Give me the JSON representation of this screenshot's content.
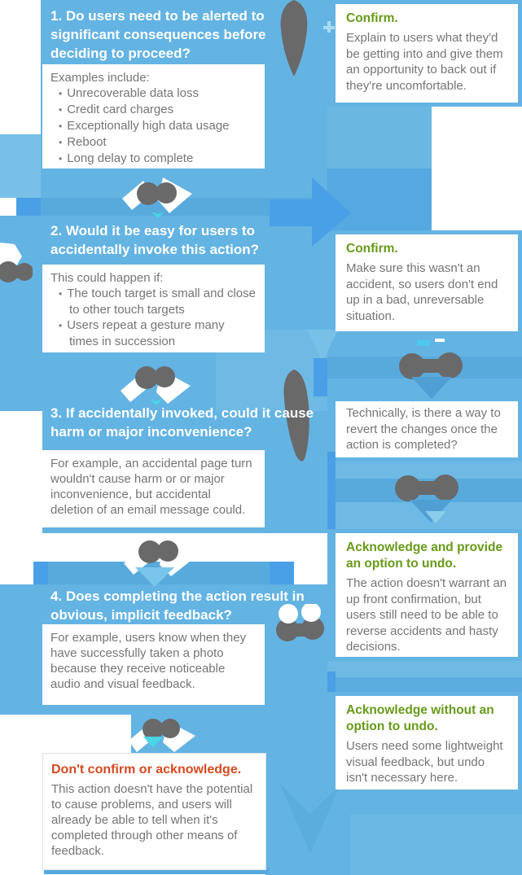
{
  "questions": [
    {
      "title": "1. Do users need to be alerted to significant consequences before deciding to proceed?",
      "intro": "Examples include:",
      "bullets": [
        "Unrecoverable data loss",
        "Credit card charges",
        "Exceptionally high data usage",
        "Reboot",
        "Long delay to complete"
      ]
    },
    {
      "title": "2. Would it be easy for users to accidentally invoke this action?",
      "intro": "This could happen if:",
      "bullets": [
        "The touch target is small and close to other touch targets",
        "Users repeat a gesture many times in succession"
      ]
    },
    {
      "title": "3. If accidentally invoked, could it cause harm or major inconvenience?",
      "body": "For example, an accidental page turn wouldn't cause harm or or major inconvenience, but accidental deletion of an email message could."
    },
    {
      "title": "4. Does completing the action result in obvious, implicit feedback?",
      "body": "For example, users know when they have successfully taken a photo because they receive noticeable audio and visual feedback."
    }
  ],
  "outcomes": [
    {
      "title": "Confirm.",
      "body": "Explain to users what they'd be getting into and give them an opportunity to back out if they're uncomfortable."
    },
    {
      "title": "Confirm.",
      "body": "Make sure this wasn't an accident, so users don't end up in a bad, unreversable situation."
    },
    {
      "body": "Technically, is there a way to revert the changes once the action is completed?"
    },
    {
      "title": "Acknowledge and provide an option to undo.",
      "body": "The action doesn't warrant an up front confirmation, but users still need to be able to reverse accidents and hasty decisions."
    },
    {
      "title": "Acknowledge without an option to undo.",
      "body": "Users need some lightweight visual feedback, but undo isn't necessary here."
    },
    {
      "title": "Don't confirm or acknowledge.",
      "body": "This action doesn't have the potential to cause problems, and users will already be able to tell when it's completed through other means of feedback."
    }
  ],
  "colors": {
    "panel_blue": "#63b3e3",
    "band_blue": "#58aadd",
    "bright_blue": "#4aa0e6",
    "light_blue": "#79c0e8",
    "green_title": "#679a18",
    "red_title": "#d64a20",
    "body_gray": "#757575",
    "blob_gray": "#696969",
    "cyan_glitch": "#49d6e6"
  }
}
